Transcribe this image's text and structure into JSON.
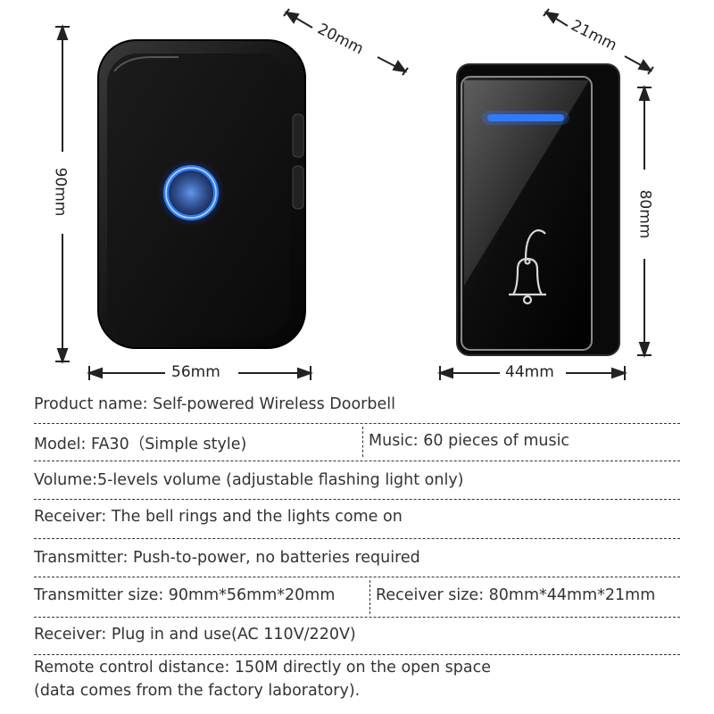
{
  "dimensions": {
    "transmitter_height": "90mm",
    "transmitter_width": "56mm",
    "transmitter_depth": "20mm",
    "receiver_height": "80mm",
    "receiver_width": "44mm",
    "receiver_depth": "21mm"
  },
  "specs": {
    "product_name": "Product name: Self-powered Wireless Doorbell",
    "model": "Model: FA30（Simple style)",
    "music": "Music: 60 pieces of music",
    "volume": "Volume:5-levels volume (adjustable flashing light only)",
    "receiver_function": "Receiver: The bell rings and the lights come on",
    "transmitter": "Transmitter: Push-to-power, no batteries required",
    "transmitter_size": "Transmitter size: 90mm*56mm*20mm",
    "receiver_size": "Receiver size: 80mm*44mm*21mm",
    "receiver_power": "Receiver: Plug in and use(AC 110V/220V)",
    "remote_distance": "Remote control distance: 150M directly on the open space",
    "remote_note": "(data comes from the factory laboratory)."
  },
  "colors": {
    "device_body": "#111111",
    "led_blue": "#2f7bff",
    "text": "#333333"
  },
  "icons": [
    "bell-icon"
  ]
}
